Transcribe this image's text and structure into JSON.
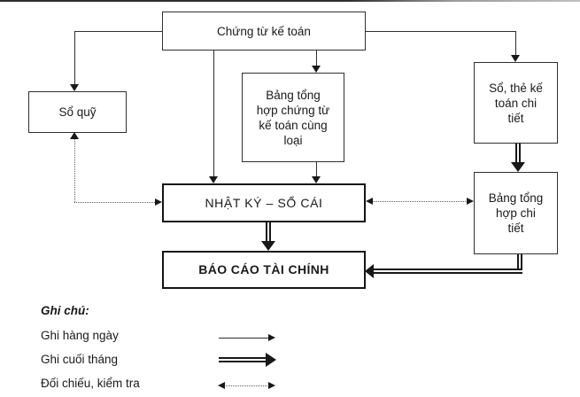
{
  "diagram": {
    "nodes": {
      "chung_tu_ke_toan": "Chứng từ kế toán",
      "so_quy": "Sổ quỹ",
      "bang_tong_hop_chung_tu": "Bảng tổng\nhợp chứng từ\nkế toán cùng\nloại",
      "so_the_ke_toan_chi_tiet": "Sổ, thẻ kế\ntoán chi\ntiết",
      "nhat_ky_so_cai": "NHẬT KÝ – SỔ CÁI",
      "bang_tong_hop_chi_tiet": "Bảng tổng\nhợp chi\ntiết",
      "bao_cao_tai_chinh": "BÁO CÁO TÀI CHÍNH"
    },
    "legend": {
      "title": "Ghi chú:",
      "items": [
        {
          "label": "Ghi hàng ngày",
          "arrow_style": "thin-solid-right-arrow"
        },
        {
          "label": "Ghi cuối tháng",
          "arrow_style": "thick-double-right-arrow"
        },
        {
          "label": "Đối chiếu, kiểm tra",
          "arrow_style": "dotted-double-headed-arrow"
        }
      ]
    },
    "colors": {
      "background": "#ffffff",
      "line": "#2f2f2f",
      "thick_line": "#181818",
      "dotted_line": "#5a5a5a",
      "text": "#1a1a1a"
    }
  }
}
